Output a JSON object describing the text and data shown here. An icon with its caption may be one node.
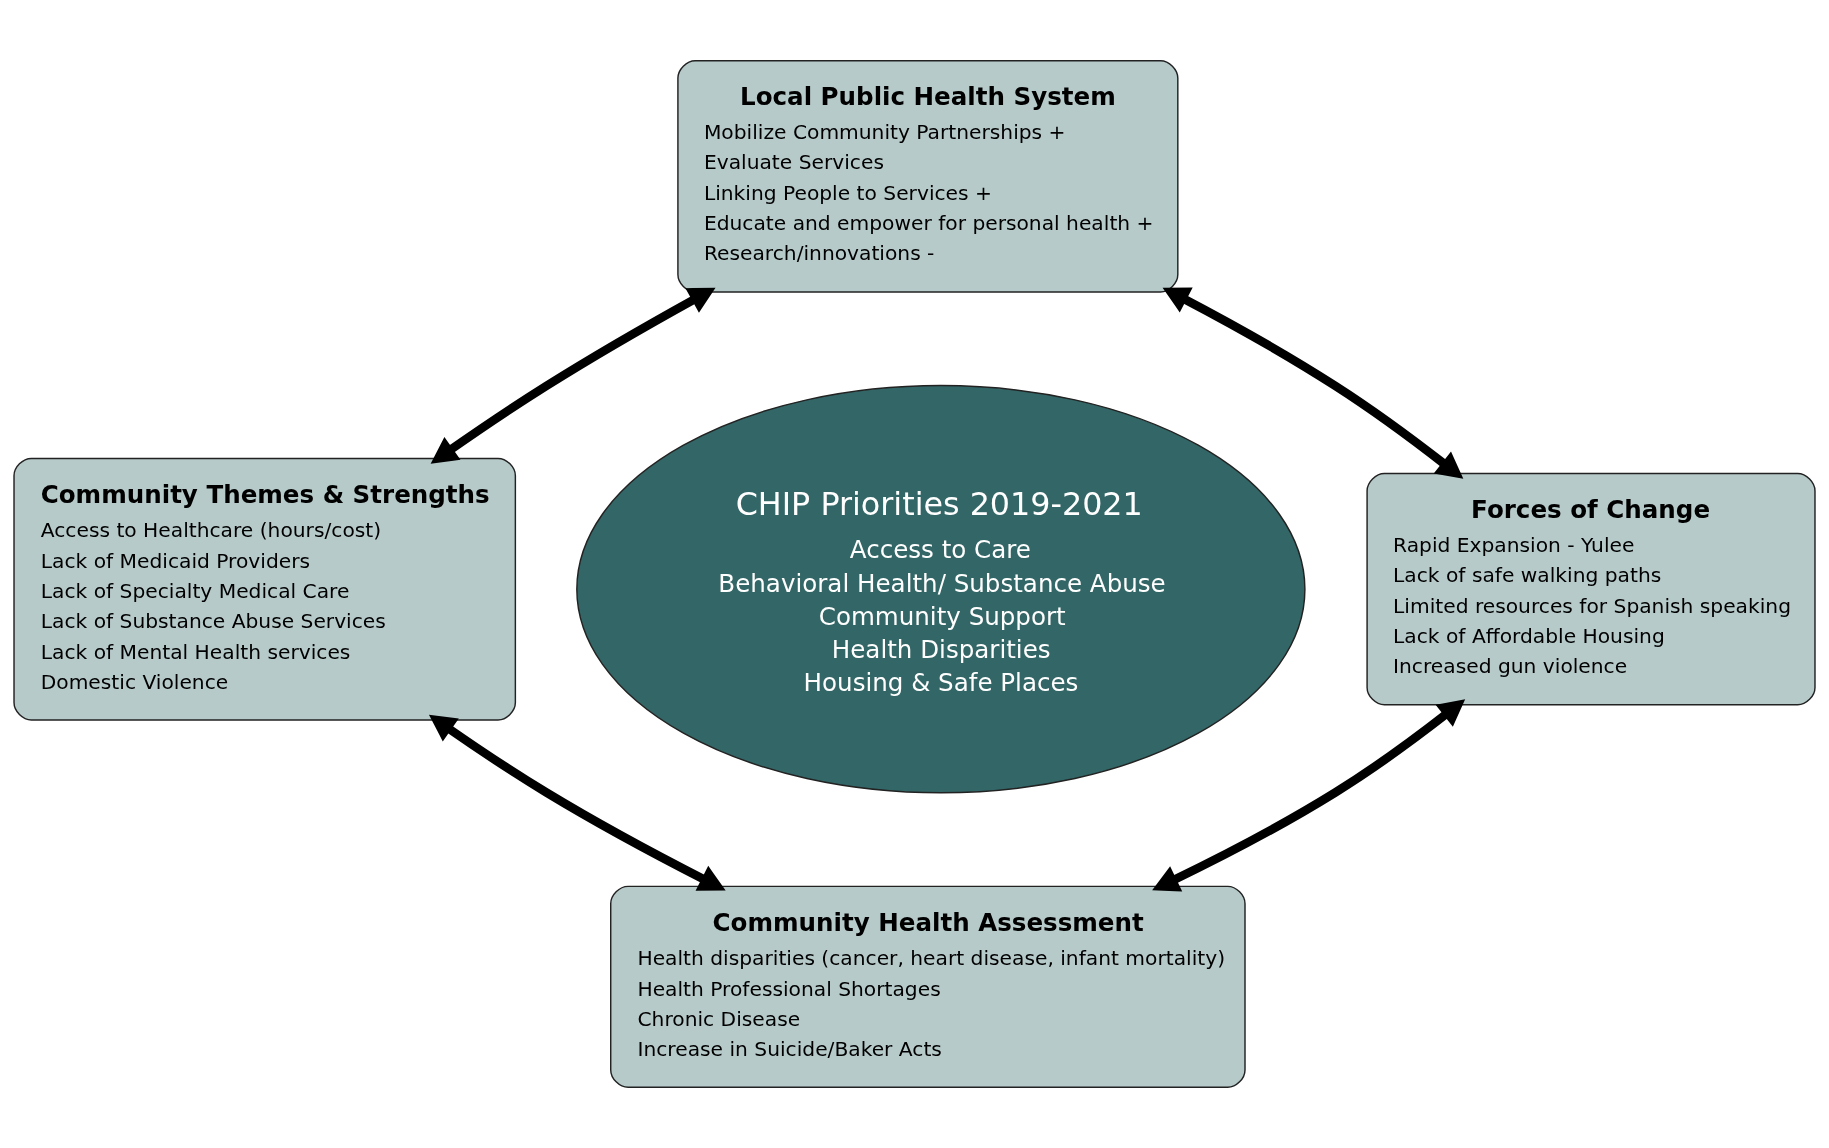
{
  "diagram": {
    "nodes": [
      {
        "text": [
          "Local Public Health System",
          "Mobilize Community Partnerships +",
          "Evaluate Services",
          "Linking People to Services +",
          "Educate and empower for personal health +",
          "Research/innovations -"
        ]
      },
      {
        "text": [
          "Community Themes & Strengths",
          "Access to Healthcare (hours/cost)",
          "Lack of Medicaid Providers",
          "Lack of Specialty Medical Care",
          "Lack of Substance Abuse Services",
          "Lack of Mental Health services",
          "Domestic Violence"
        ]
      },
      {
        "text": [
          "CHIP Priorities 2019-2021",
          "Access to Care",
          "Behavioral Health/ Substance Abuse",
          "Community Support",
          "Health Disparities",
          "Housing & Safe Places"
        ]
      },
      {
        "text": [
          "Forces of Change",
          "Rapid Expansion - Yulee",
          "Lack of safe walking paths",
          "Limited resources for Spanish speaking",
          "Lack of Affordable Housing",
          "Increased gun violence"
        ]
      },
      {
        "text": [
          "Community Health Assessment",
          "Health disparities (cancer, heart disease, infant mortality)",
          "Health Professional Shortages",
          "Chronic Disease",
          "Increase in Suicide/Baker Acts"
        ]
      }
    ],
    "edges": [
      {
        "from": 0,
        "to": 1,
        "arrow": "both"
      },
      {
        "from": 0,
        "to": 3,
        "arrow": "both"
      },
      {
        "from": 1,
        "to": 4,
        "arrow": "both"
      },
      {
        "from": 4,
        "to": 3,
        "arrow": "both"
      }
    ]
  }
}
